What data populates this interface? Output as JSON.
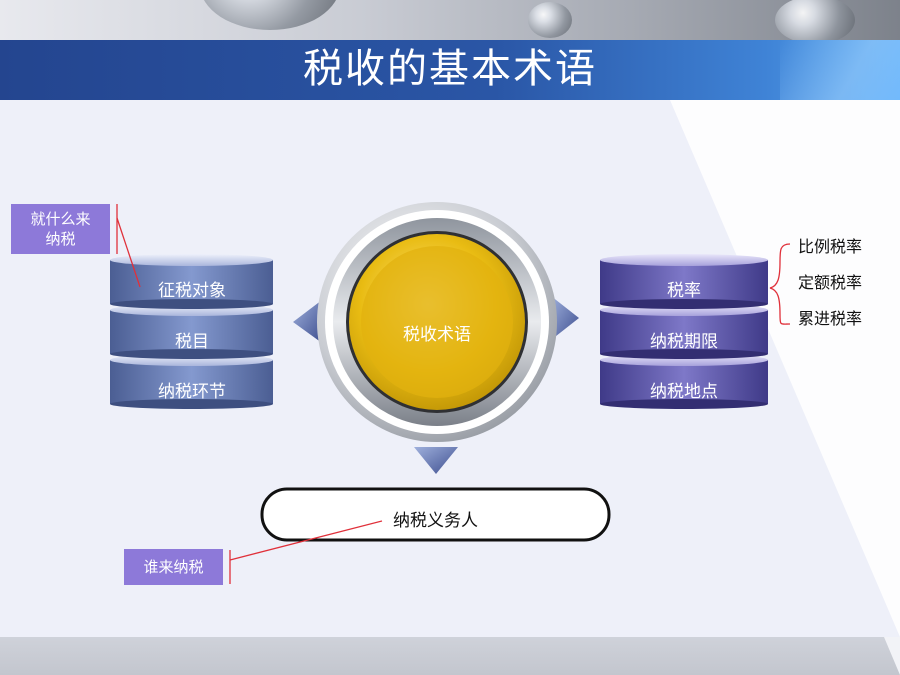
{
  "slide": {
    "title": "税收的基本术语"
  },
  "center": {
    "label": "税收术语"
  },
  "left_stack": {
    "items": [
      "征税对象",
      "税目",
      "纳税环节"
    ]
  },
  "right_stack": {
    "items": [
      "税率",
      "纳税期限",
      "纳税地点"
    ]
  },
  "callouts": {
    "object_question": "就什么来\n纳税",
    "object_question_line1": "就什么来",
    "object_question_line2": "纳税",
    "taxpayer_question": "谁来纳税"
  },
  "taxpayer": {
    "label": "纳税义务人"
  },
  "tax_rate_types": [
    "比例税率",
    "定额税率",
    "累进税率"
  ],
  "colors": {
    "title_bar": "#2a56a6",
    "left_disk": "#6f84b8",
    "right_disk": "#6a64b5",
    "callout_box": "#8d79d9",
    "leader_line": "#e0303a",
    "center_gold": "#e4b410",
    "arrow": "#5d6fae"
  }
}
